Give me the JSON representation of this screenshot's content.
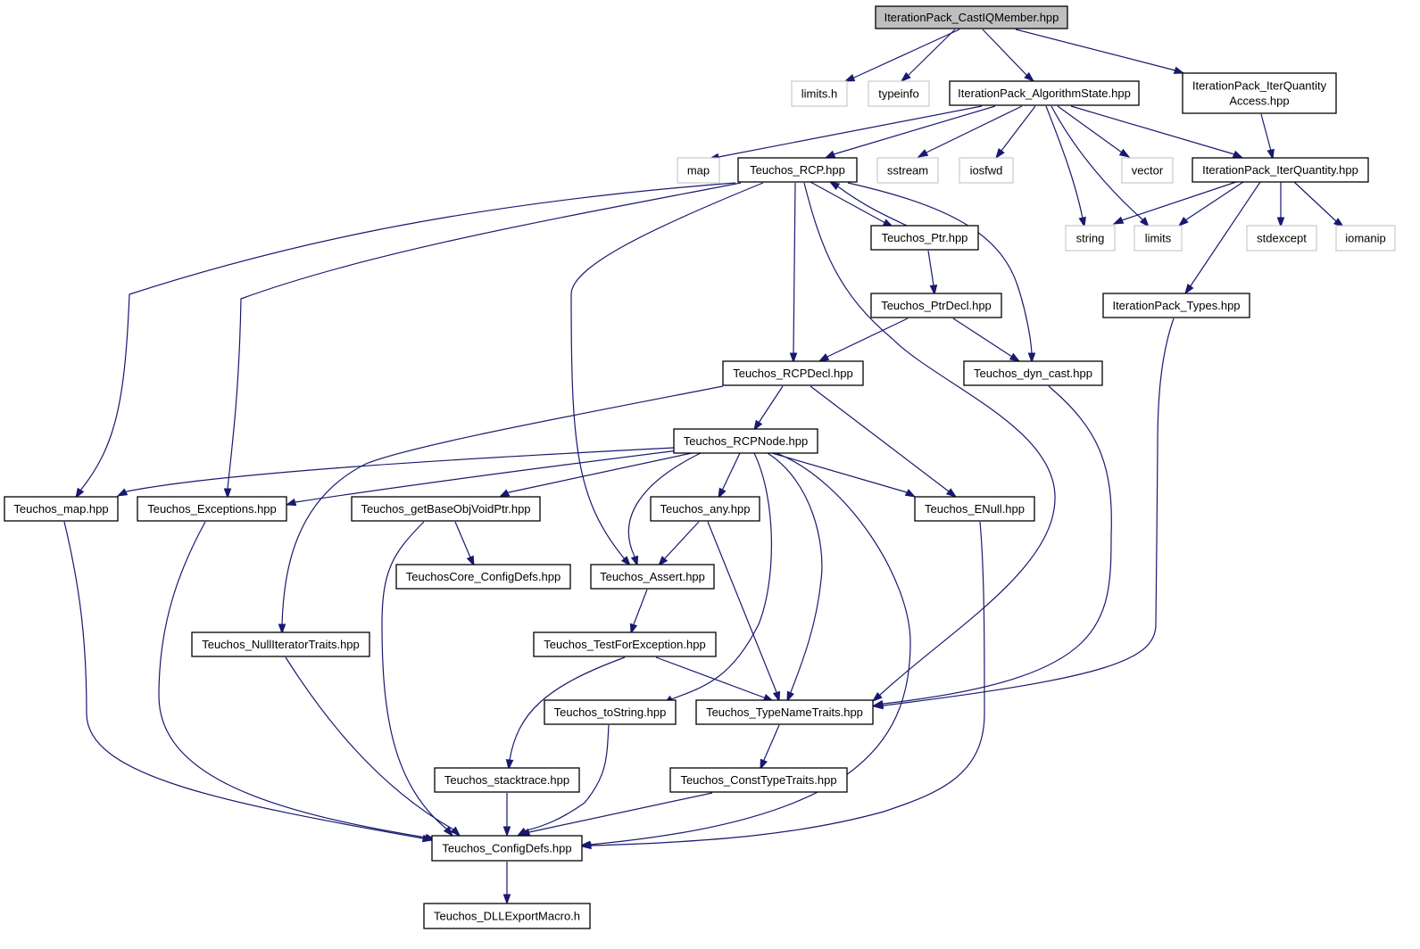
{
  "diagram": {
    "colors": {
      "edge": "#191970",
      "node_border": "#000000",
      "external_border": "#bfbfbf",
      "root_fill": "#bfbfbf"
    },
    "nodes": {
      "castiq": {
        "label": "IterationPack_CastIQMember.hpp",
        "kind": "root"
      },
      "limits_h": {
        "label": "limits.h",
        "kind": "external"
      },
      "typeinfo": {
        "label": "typeinfo",
        "kind": "external"
      },
      "algstate": {
        "label": "IterationPack_AlgorithmState.hpp",
        "kind": "local"
      },
      "iqaccess": {
        "label": [
          "IterationPack_IterQuantity",
          "Access.hpp"
        ],
        "kind": "local"
      },
      "map": {
        "label": "map",
        "kind": "external"
      },
      "rcp": {
        "label": "Teuchos_RCP.hpp",
        "kind": "local"
      },
      "sstream": {
        "label": "sstream",
        "kind": "external"
      },
      "iosfwd": {
        "label": "iosfwd",
        "kind": "external"
      },
      "vector": {
        "label": "vector",
        "kind": "external"
      },
      "iterq": {
        "label": "IterationPack_IterQuantity.hpp",
        "kind": "local"
      },
      "ptr": {
        "label": "Teuchos_Ptr.hpp",
        "kind": "local"
      },
      "string": {
        "label": "string",
        "kind": "external"
      },
      "limits": {
        "label": "limits",
        "kind": "external"
      },
      "stdexcept": {
        "label": "stdexcept",
        "kind": "external"
      },
      "iomanip": {
        "label": "iomanip",
        "kind": "external"
      },
      "ptrdecl": {
        "label": "Teuchos_PtrDecl.hpp",
        "kind": "local"
      },
      "iptypes": {
        "label": "IterationPack_Types.hpp",
        "kind": "local"
      },
      "rcpdecl": {
        "label": "Teuchos_RCPDecl.hpp",
        "kind": "local"
      },
      "dyncast": {
        "label": "Teuchos_dyn_cast.hpp",
        "kind": "local"
      },
      "rcpnode": {
        "label": "Teuchos_RCPNode.hpp",
        "kind": "local"
      },
      "tmap": {
        "label": "Teuchos_map.hpp",
        "kind": "local"
      },
      "exceptions": {
        "label": "Teuchos_Exceptions.hpp",
        "kind": "local"
      },
      "getbase": {
        "label": "Teuchos_getBaseObjVoidPtr.hpp",
        "kind": "local"
      },
      "any": {
        "label": "Teuchos_any.hpp",
        "kind": "local"
      },
      "enull": {
        "label": "Teuchos_ENull.hpp",
        "kind": "local"
      },
      "coreconfig": {
        "label": "TeuchosCore_ConfigDefs.hpp",
        "kind": "local"
      },
      "assert": {
        "label": "Teuchos_Assert.hpp",
        "kind": "local"
      },
      "nulliter": {
        "label": "Teuchos_NullIteratorTraits.hpp",
        "kind": "local"
      },
      "testfor": {
        "label": "Teuchos_TestForException.hpp",
        "kind": "local"
      },
      "tostring": {
        "label": "Teuchos_toString.hpp",
        "kind": "local"
      },
      "typename": {
        "label": "Teuchos_TypeNameTraits.hpp",
        "kind": "local"
      },
      "stacktrace": {
        "label": "Teuchos_stacktrace.hpp",
        "kind": "local"
      },
      "consttype": {
        "label": "Teuchos_ConstTypeTraits.hpp",
        "kind": "local"
      },
      "configdefs": {
        "label": "Teuchos_ConfigDefs.hpp",
        "kind": "local"
      },
      "dllexport": {
        "label": "Teuchos_DLLExportMacro.h",
        "kind": "local"
      }
    }
  }
}
